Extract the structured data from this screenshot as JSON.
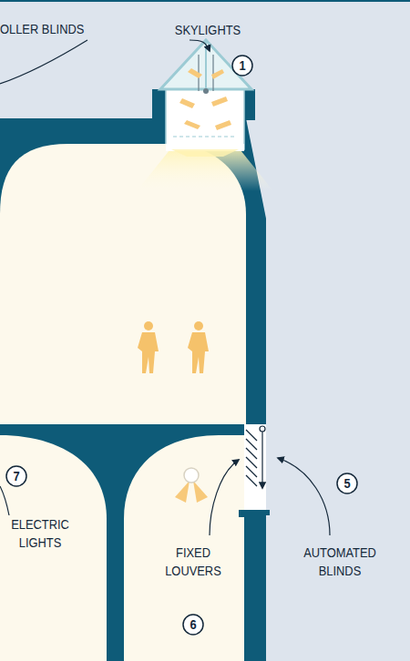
{
  "diagram": {
    "labels": [
      "OLLER BLINDS",
      "SKYLIGHTS",
      "1",
      "7",
      "ELECTRIC LIGHTS",
      "5",
      "FIXED LOUVERS",
      "AUTOMATED BLINDS",
      "6"
    ]
  }
}
